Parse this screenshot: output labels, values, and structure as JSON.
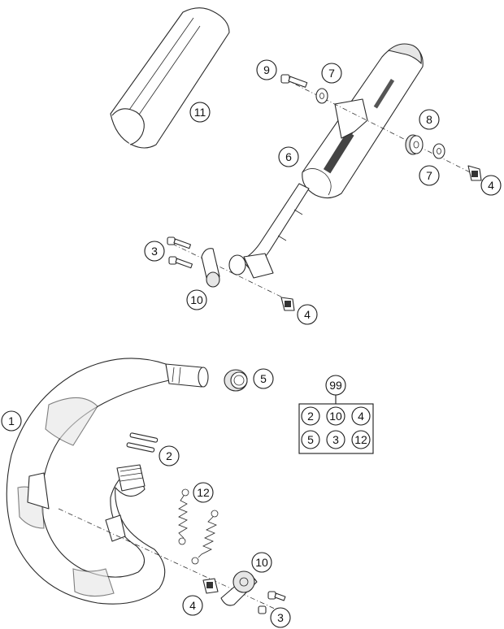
{
  "callouts": {
    "c11": "11",
    "c9": "9",
    "c7a": "7",
    "c8": "8",
    "c6": "6",
    "c7b": "7",
    "c4a": "4",
    "c3a": "3",
    "c10a": "10",
    "c4b": "4",
    "c5": "5",
    "c1": "1",
    "c2": "2",
    "c12": "12",
    "c10b": "10",
    "c4c": "4",
    "c3b": "3"
  },
  "kit": {
    "number": "99",
    "items": [
      "2",
      "10",
      "4",
      "5",
      "3",
      "12"
    ]
  }
}
